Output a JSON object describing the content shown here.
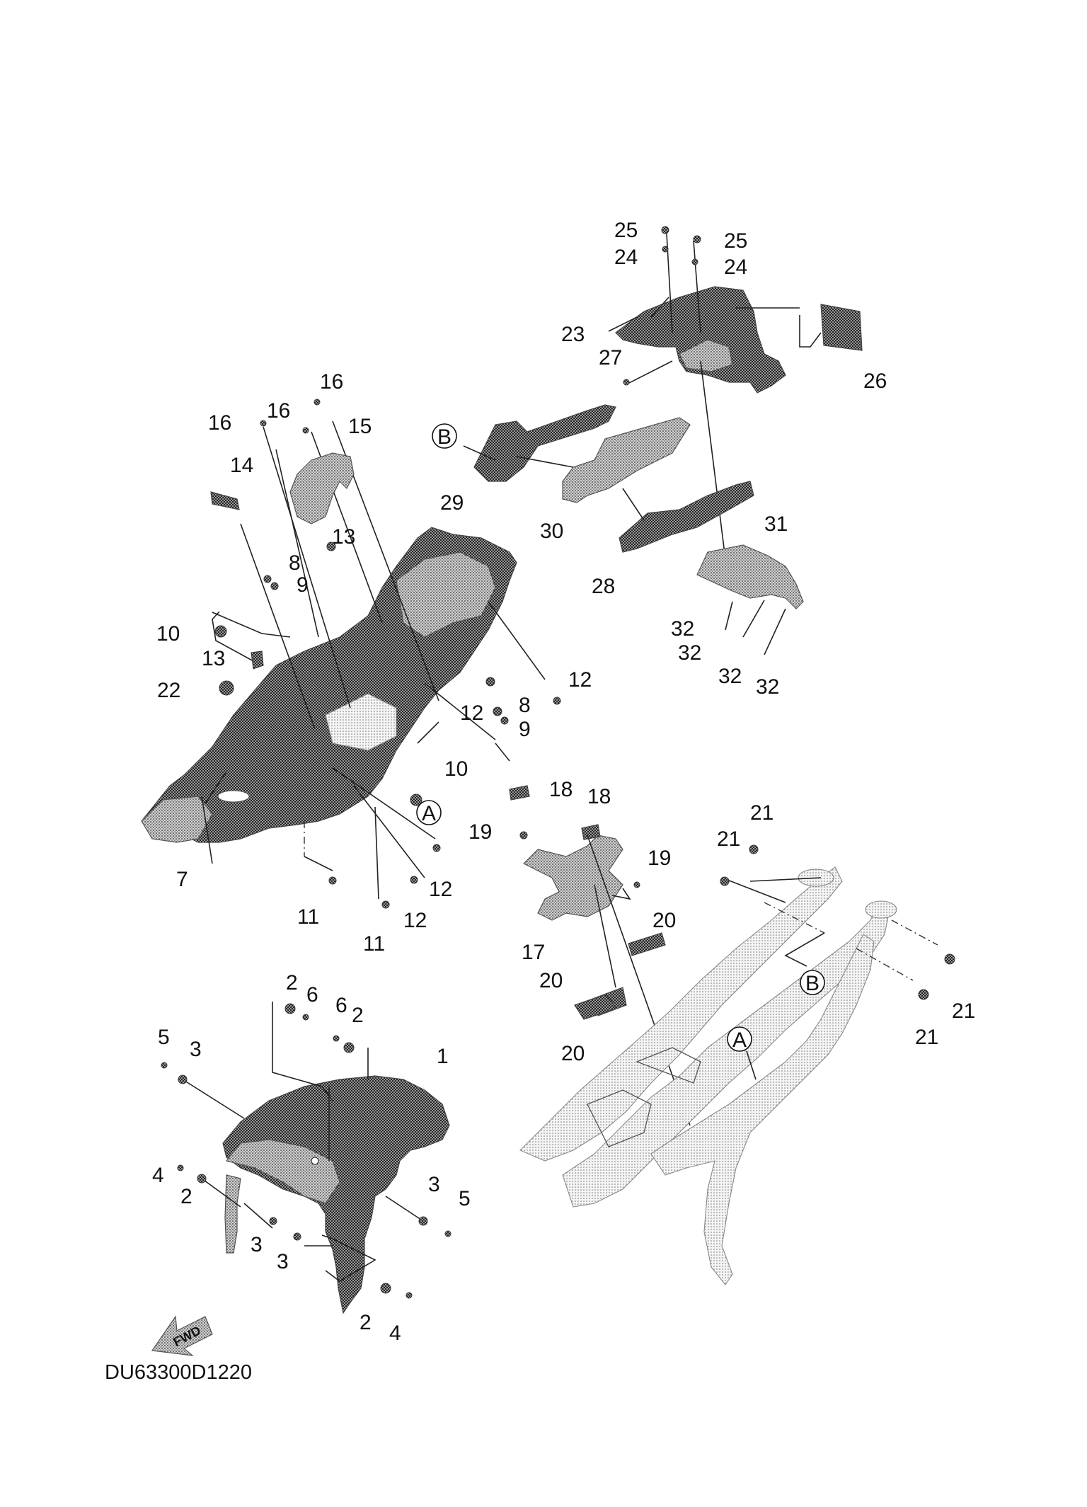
{
  "diagram_code": "DU63300D1220",
  "direction_arrow": {
    "label": "FWD",
    "icon": "forward-arrow-icon"
  },
  "reference_markers": [
    {
      "id": "ref-b-1",
      "text": "B"
    },
    {
      "id": "ref-a-1",
      "text": "A"
    },
    {
      "id": "ref-b-2",
      "text": "B"
    },
    {
      "id": "ref-a-2",
      "text": "A"
    }
  ],
  "callouts": [
    "25",
    "24",
    "25",
    "24",
    "23",
    "27",
    "26",
    "16",
    "16",
    "16",
    "15",
    "14",
    "13",
    "8",
    "9",
    "10",
    "13",
    "22",
    "29",
    "30",
    "28",
    "31",
    "32",
    "32",
    "32",
    "32",
    "12",
    "12",
    "8",
    "9",
    "10",
    "7",
    "11",
    "11",
    "12",
    "12",
    "18",
    "18",
    "19",
    "19",
    "20",
    "17",
    "20",
    "20",
    "21",
    "21",
    "21",
    "21",
    "2",
    "6",
    "6",
    "2",
    "5",
    "3",
    "1",
    "4",
    "2",
    "3",
    "3",
    "3",
    "5",
    "2",
    "4"
  ],
  "parts": {
    "front_fender": "part 1",
    "rear_fender": "part 7",
    "license_bracket": "part 17",
    "tail_cover": "part 23",
    "frame": "rear frame"
  }
}
